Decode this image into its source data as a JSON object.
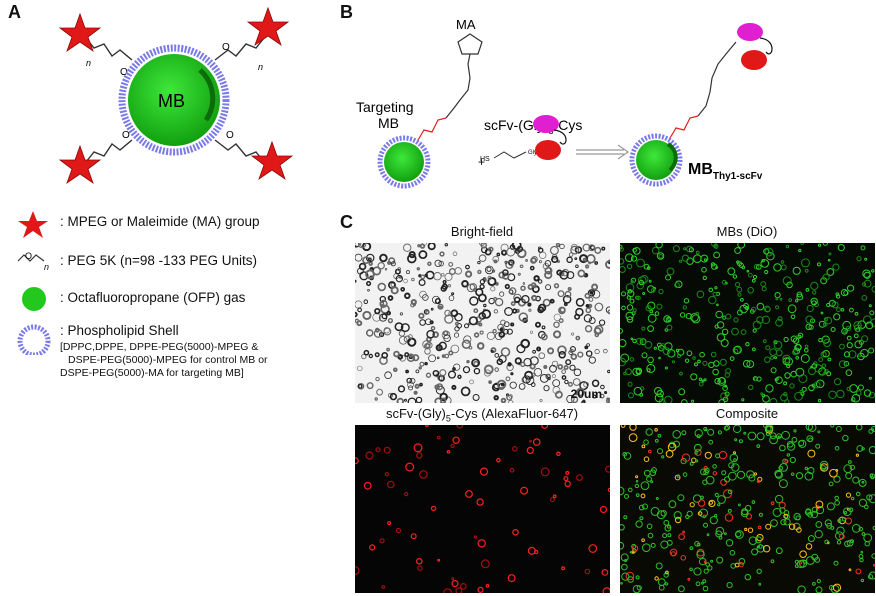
{
  "panels": {
    "a": "A",
    "b": "B",
    "c": "C"
  },
  "panel_a": {
    "mb_label": "MB",
    "n_label": "n"
  },
  "legend": {
    "star": ": MPEG or Maleimide (MA) group",
    "peg": ": PEG 5K (n=98 -133 PEG Units)",
    "gas": ": Octafluoropropane (OFP) gas",
    "shell": ": Phospholipid Shell",
    "shell_detail_1": "[DPPC,DPPE, DPPE-PEG(5000)-MPEG &",
    "shell_detail_2": "DSPE-PEG(5000)-MPEG for control MB or",
    "shell_detail_3": "DSPE-PEG(5000)-MA for targeting MB]",
    "peg_n": "n"
  },
  "panel_b": {
    "ma": "MA",
    "targeting": "Targeting",
    "mb": "MB",
    "scfv_prefix": "scFv-(Gly)",
    "scfv_sub": "5",
    "scfv_suffix": "-Cys",
    "plus": "+",
    "product_main": "MB",
    "product_sub": "Thy1-scFv",
    "gly_label": "Gly5",
    "hs_label": "HS",
    "n_label": "n"
  },
  "panel_c": {
    "titles": {
      "bright": "Bright-field",
      "mbs": "MBs (DiO)",
      "scfv_prefix": "scFv-(Gly)",
      "scfv_sub": "5",
      "scfv_suffix": "-Cys  (AlexaFluor-647)",
      "composite": "Composite"
    },
    "scale_bar": "20um"
  },
  "colors": {
    "green": "#22c81e",
    "shell_blue": "#6f6fe0",
    "star_red": "#e01818",
    "magenta": "#e020d0",
    "dark_bg": "#050a05"
  }
}
